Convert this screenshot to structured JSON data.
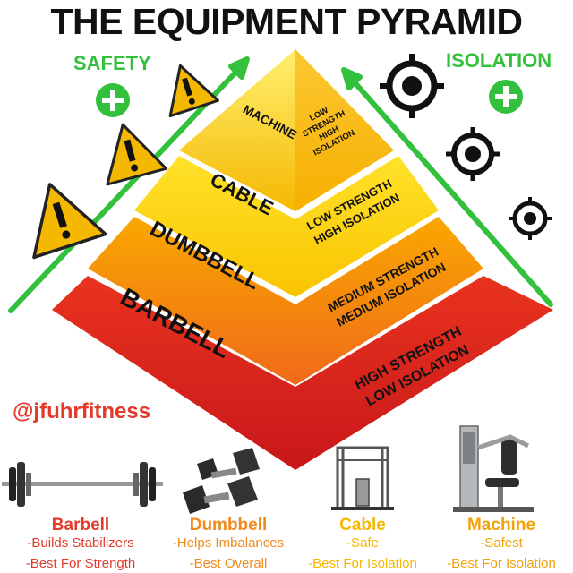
{
  "title": "THE EQUIPMENT PYRAMID",
  "left_label": "SAFETY",
  "right_label": "ISOLATION",
  "handle": "@jfuhrfitness",
  "colors": {
    "green": "#33c13d",
    "red": "#e23a2b",
    "yellow": "#f4b800",
    "orange": "#f08a1c",
    "gold": "#f2a20a"
  },
  "tiers": [
    {
      "name": "MACHINE",
      "desc_lines": [
        "LOW",
        "STRENGTH",
        "HIGH",
        "ISOLATION"
      ]
    },
    {
      "name": "CABLE",
      "desc_lines": [
        "LOW STRENGTH",
        "HIGH ISOLATION"
      ]
    },
    {
      "name": "DUMBBELL",
      "desc_lines": [
        "MEDIUM STRENGTH",
        "MEDIUM ISOLATION"
      ]
    },
    {
      "name": "BARBELL",
      "desc_lines": [
        "HIGH STRENGTH",
        "LOW ISOLATION"
      ]
    }
  ],
  "equipment": [
    {
      "name": "Barbell",
      "lines": [
        "-Builds Stabilizers",
        "-Best For Strength"
      ],
      "icon": "barbell-icon"
    },
    {
      "name": "Dumbbell",
      "lines": [
        "-Helps Imbalances",
        "-Best Overall"
      ],
      "icon": "dumbbell-icon"
    },
    {
      "name": "Cable",
      "lines": [
        "-Safe",
        "-Best For Isolation"
      ],
      "icon": "cable-machine-icon"
    },
    {
      "name": "Machine",
      "lines": [
        "-Safest",
        "-Best For Isolation"
      ],
      "icon": "chest-press-machine-icon"
    }
  ]
}
